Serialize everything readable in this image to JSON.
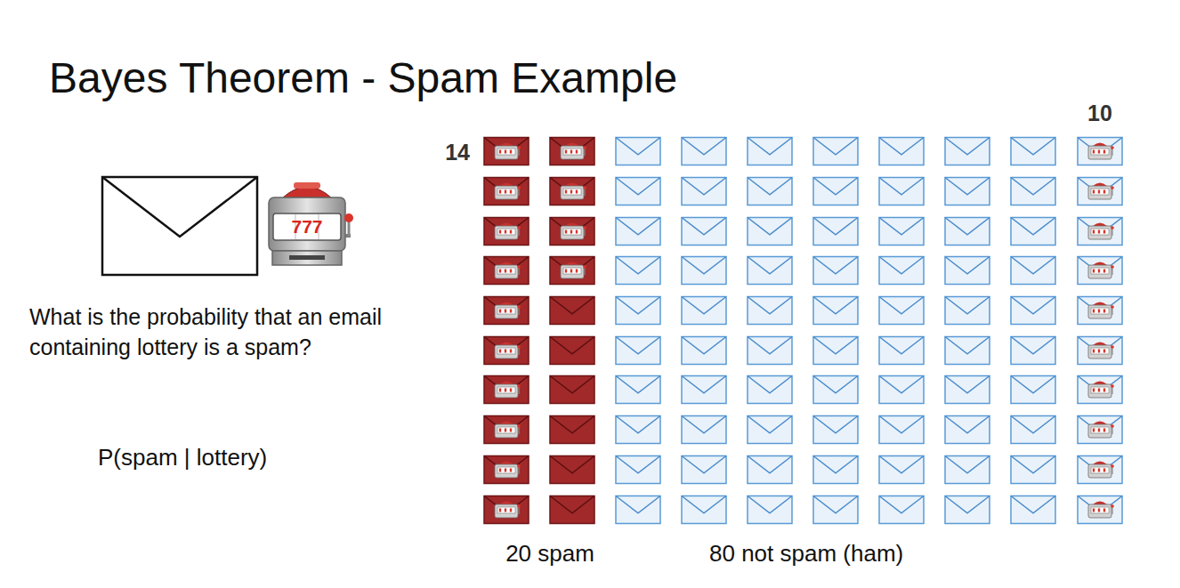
{
  "diagram": {
    "title": "Bayes Theorem - Spam Example",
    "labels": [
      "777",
      "14",
      "10",
      "What is the probability that an email containing lottery is a spam?",
      "P(spam | lottery)",
      "20 spam",
      "80 not spam (ham)"
    ]
  }
}
